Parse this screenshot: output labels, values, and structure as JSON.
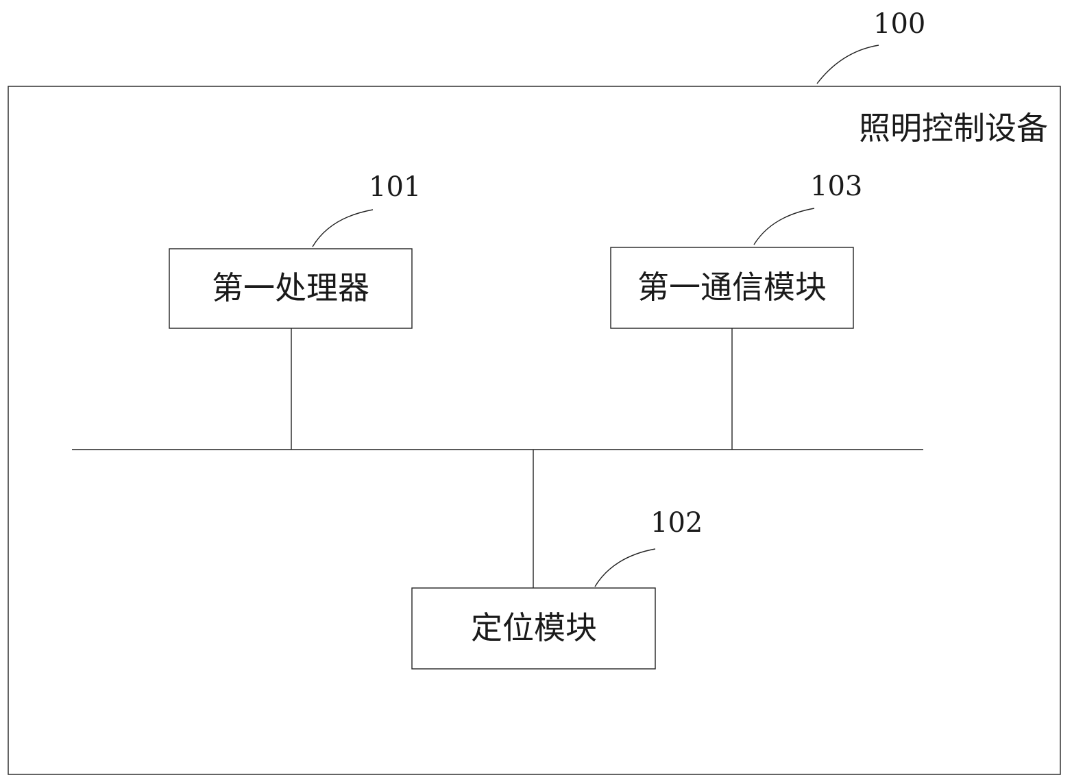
{
  "device": {
    "ref": "100",
    "label": "照明控制设备"
  },
  "modules": [
    {
      "id": "processor",
      "ref": "101",
      "label": "第一处理器"
    },
    {
      "id": "positioning",
      "ref": "102",
      "label": "定位模块"
    },
    {
      "id": "communication",
      "ref": "103",
      "label": "第一通信模块"
    }
  ],
  "colors": {
    "line": "#222222",
    "background": "#ffffff"
  }
}
